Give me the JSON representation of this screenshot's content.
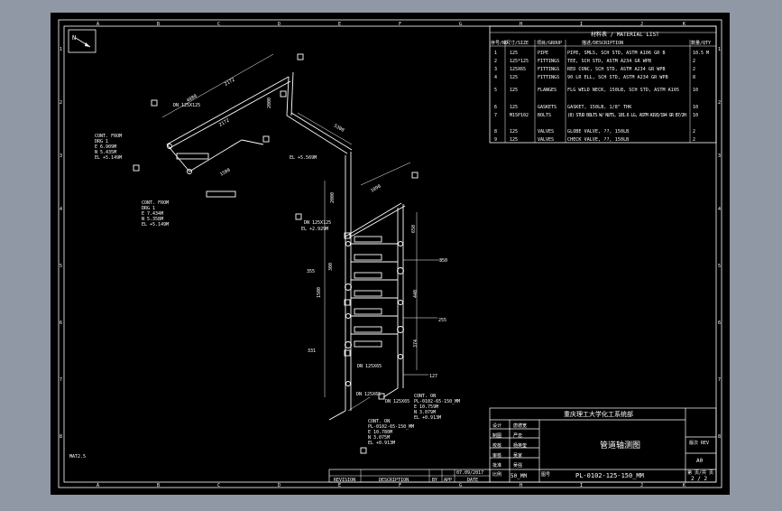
{
  "colors": {
    "backdrop": "#8f98a4",
    "sheet": "#000000",
    "line": "#ffffff"
  },
  "north": "N",
  "grid": {
    "cols": [
      "A",
      "B",
      "C",
      "D",
      "E",
      "F",
      "G",
      "H",
      "I",
      "J",
      "K"
    ],
    "rows": [
      "1",
      "2",
      "3",
      "4",
      "5",
      "6",
      "7",
      "8"
    ]
  },
  "material_list": {
    "title": "材料表 / MATERIAL LIST",
    "headers": [
      "序号/NO.",
      "尺寸/SIZE",
      "项目/GROUP",
      "描述/DESCRIPTION",
      "数量/QTY"
    ],
    "rows": [
      [
        "1",
        "125",
        "PIPE",
        "PIPE, SMLS, SCH STD, ASTM A106 GR B",
        "10.5 M"
      ],
      [
        "2",
        "125*125",
        "FITTINGS",
        "TEE, SCH STD, ASTM A234 GR WPB",
        "2"
      ],
      [
        "3",
        "125X65",
        "FITTINGS",
        "RED CONC, SCH STD, ASTM A234 GR WPB",
        "2"
      ],
      [
        "4",
        "125",
        "FITTINGS",
        "90 LR ELL, SCH STD, ASTM A234 GR WPB",
        "8"
      ],
      [
        "5",
        "125",
        "FLANGES",
        "FLG WELD NECK, 150LB, SCH STD, ASTM A105",
        "10"
      ],
      [
        "6",
        "125",
        "GASKETS",
        "GASKET, 150LB, 1/8\" THK",
        "10"
      ],
      [
        "7",
        "M15P102",
        "BOLTS",
        "(8) STUD BOLTS W/ NUTS, 101.6 LG, ASTM A193/194 GR B7/2H",
        "10"
      ],
      [
        "8",
        "125",
        "VALVES",
        "GLOBE VALVE, ??, 150LB",
        "2"
      ],
      [
        "9",
        "125",
        "VALVES",
        "CHECK VALVE, ??, 150LB",
        "2"
      ]
    ]
  },
  "title_block": {
    "company": "重庆理工大学化工系统部",
    "drawing_title": "管道轴测图",
    "roles": [
      {
        "role": "设计",
        "name": "唐德宽"
      },
      {
        "role": "制图",
        "name": "严忠"
      },
      {
        "role": "校核",
        "name": "杨英奎"
      },
      {
        "role": "审核",
        "name": "吴家"
      },
      {
        "role": "批准",
        "name": "吴强"
      }
    ],
    "sheet_label": "版次 REV",
    "sheet_value": "A0",
    "scale_label": "比例",
    "scale_value": "50_MM",
    "drawing_no_label": "图号",
    "drawing_no": "PL-0102-125-150_MM",
    "page_label": "第 页/共 页",
    "page_value": "2 / 2"
  },
  "revision_block": {
    "revision": "REVISION",
    "description": "DESCRIPTION",
    "by": "BY",
    "app": "APP",
    "date_value": "07.09/2017",
    "date": "DATE"
  },
  "bottom_left": "MAT2.5",
  "annotations": {
    "cont_from_1": [
      "CONT. FROM",
      "DRG 1",
      "E 6.909M",
      "N 5.435M",
      "EL +5.149M"
    ],
    "cont_from_2": [
      "CONT. FROM",
      "DRG 1",
      "E 7.434M",
      "N 5.358M",
      "EL +5.149M"
    ],
    "cont_on_1": [
      "CONT. ON",
      "PL-0102-65-150_MM",
      "E 10.759M",
      "N 3.079M",
      "EL +0.913M"
    ],
    "cont_on_2": [
      "CONT. ON",
      "PL-0102-65-150_MM",
      "E 10.780M",
      "N 3.075M",
      "EL +0.913M"
    ],
    "el_1": "EL +5.569M",
    "el_2": "EL +2.929M",
    "dn_labels": [
      "DN 125X125",
      "DN 125X125",
      "DN 125X65",
      "DN 125X65",
      "DN 125X65"
    ],
    "dims": [
      "4080",
      "2172",
      "2172",
      "2000",
      "1500",
      "5300",
      "1090",
      "2000",
      "1500",
      "650",
      "300",
      "350",
      "355",
      "127",
      "331",
      "255",
      "374",
      "440"
    ]
  }
}
